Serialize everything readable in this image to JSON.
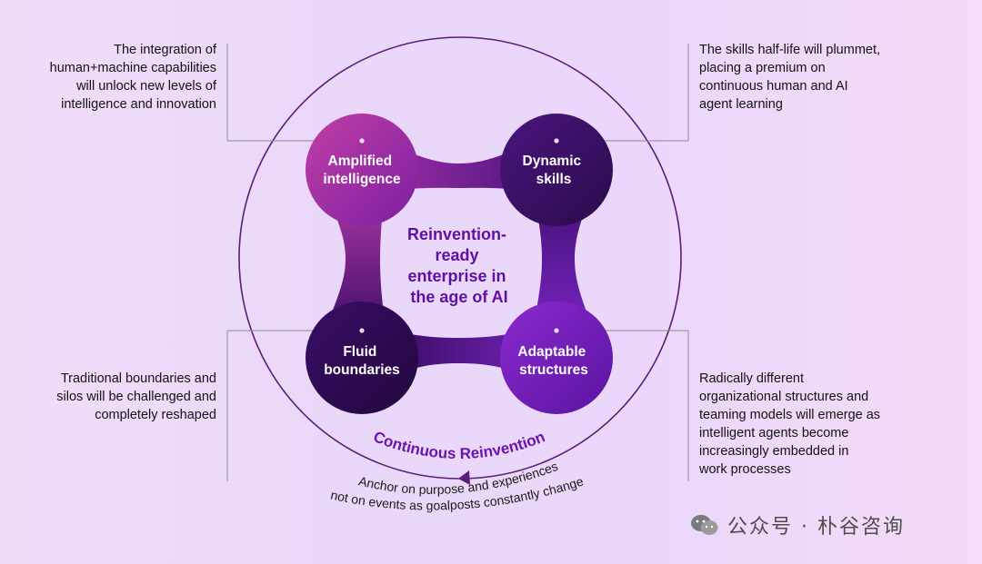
{
  "center": {
    "lines": [
      "Reinvention-",
      "ready",
      "enterprise in",
      "the age of AI"
    ]
  },
  "nodes": {
    "top_left": {
      "lines": [
        "Amplified",
        "intelligence"
      ]
    },
    "top_right": {
      "lines": [
        "Dynamic",
        "skills"
      ]
    },
    "bottom_left": {
      "lines": [
        "Fluid",
        "boundaries"
      ]
    },
    "bottom_right": {
      "lines": [
        "Adaptable",
        "structures"
      ]
    }
  },
  "notes": {
    "top_left": "The integration of\nhuman+machine capabilities\nwill unlock new levels of\nintelligence and innovation",
    "top_right": "The skills half-life will plummet,\nplacing a premium on\ncontinuous human and AI\nagent learning",
    "bottom_left": "Traditional boundaries and\nsilos will be challenged and\ncompletely reshaped",
    "bottom_right": "Radically different\norganizational structures and\nteaming models will emerge as\nintelligent agents become\nincreasingly embedded in\nwork processes"
  },
  "cycle": {
    "title": "Continuous Reinvention",
    "subtitle_line1": "Anchor on purpose and experiences",
    "subtitle_line2": "not on events as goalposts constantly change"
  },
  "watermark": {
    "text": "公众号 · 朴谷咨询",
    "icon": "wechat-icon"
  },
  "colors": {
    "accent_purple": "#6a15b3",
    "node_magenta": "#9b2aa3",
    "node_dark": "#3a0d63",
    "ring": "#5a1d7a"
  }
}
